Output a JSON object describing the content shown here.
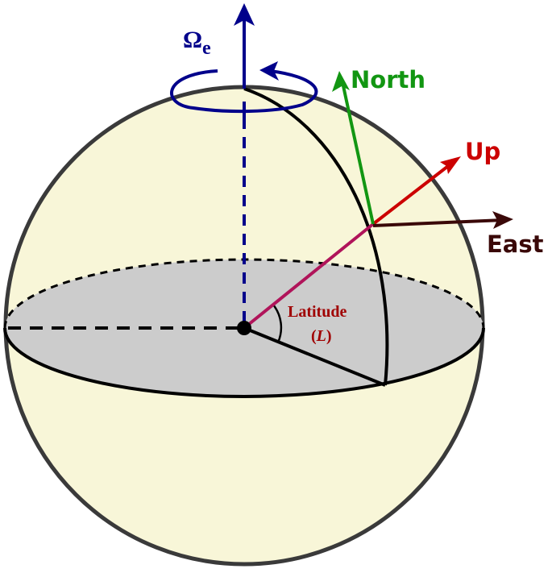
{
  "labels": {
    "omega": "Ω",
    "omega_sub": "e",
    "north": "North",
    "up": "Up",
    "east": "East",
    "latitude": "Latitude",
    "latitude_symbol_open": "(",
    "latitude_symbol": "L",
    "latitude_symbol_close": ")"
  },
  "colors": {
    "sphere_fill": "#f8f6d8",
    "equator_fill": "#cccccc",
    "axis": "#00008b",
    "north": "#129612",
    "up": "#cc0000",
    "radius_up": "#b0145a",
    "east": "#3a0808",
    "latitude_text": "#a00000"
  }
}
